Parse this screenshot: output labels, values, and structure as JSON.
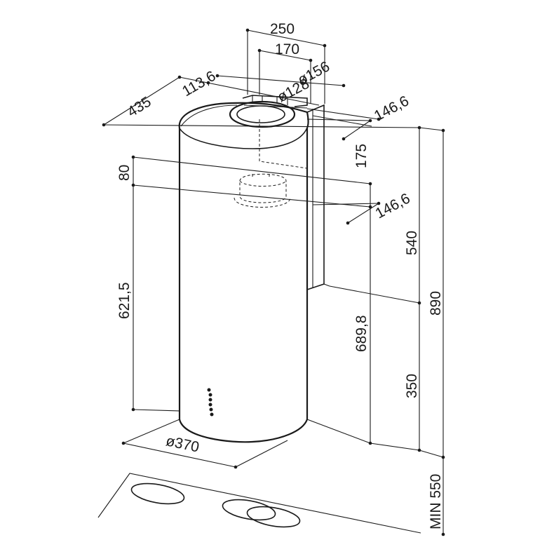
{
  "dimensions": {
    "d250": "250",
    "d170": "170",
    "d435": "435",
    "d113_6": "113,6",
    "dia156": "ø156",
    "dia128": "ø128",
    "d146_6_top": "146,6",
    "d175": "175",
    "d80": "80",
    "d146_6_mid": "146,6",
    "d540": "540",
    "d621_5": "621,5",
    "d890": "890",
    "d689_8": "689,8",
    "d350": "350",
    "dia370": "ø370",
    "min550": "MIN 550"
  }
}
